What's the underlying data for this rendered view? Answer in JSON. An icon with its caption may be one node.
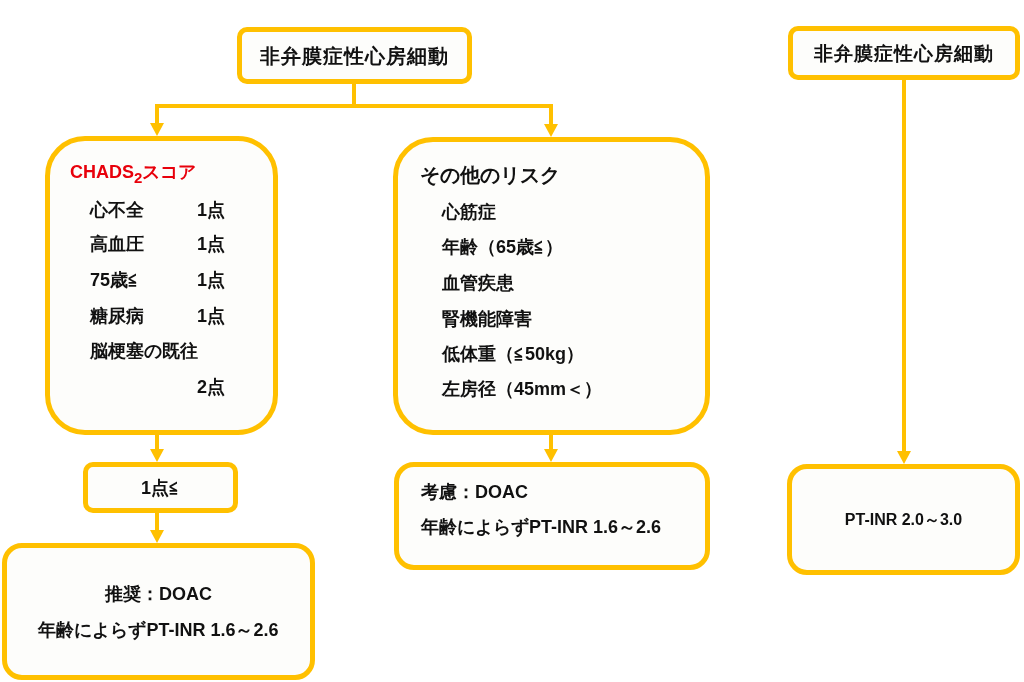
{
  "diagram": {
    "nodes": [
      {
        "text": [
          "非弁膜症性心房細動"
        ]
      },
      {
        "text": [
          "非弁膜症性心房細動"
        ]
      },
      {
        "text": [
          "CHADS$_{2}$スコア",
          "心不全",
          "1点",
          "高血圧",
          "1点",
          "75歳≦",
          "1点",
          "糖尿病",
          "1点",
          "脳梗塞の既往",
          "2点"
        ]
      },
      {
        "text": [
          "その他のリスク",
          "心筋症",
          "年齢（65歳≦）",
          "血管疾患",
          "腎機能障害",
          "低体重（≦50kg）",
          "左房径（45mm＜）"
        ]
      },
      {
        "text": [
          "1点≦"
        ]
      },
      {
        "text": [
          "考慮：DOAC",
          "年齢によらずPT-INR 1.6～2.6"
        ]
      },
      {
        "text": [
          "PT-INR 2.0～3.0"
        ]
      },
      {
        "text": [
          "推奨：DOAC",
          "年齢によらずPT-INR 1.6～2.6"
        ]
      }
    ],
    "edges": [
      {
        "from": 0,
        "to": 2,
        "arrow": "to"
      },
      {
        "from": 0,
        "to": 3,
        "arrow": "to"
      },
      {
        "from": 2,
        "to": 4,
        "arrow": "to"
      },
      {
        "from": 4,
        "to": 7,
        "arrow": "to"
      },
      {
        "from": 3,
        "to": 5,
        "arrow": "to"
      },
      {
        "from": 1,
        "to": 6,
        "arrow": "to"
      }
    ]
  }
}
